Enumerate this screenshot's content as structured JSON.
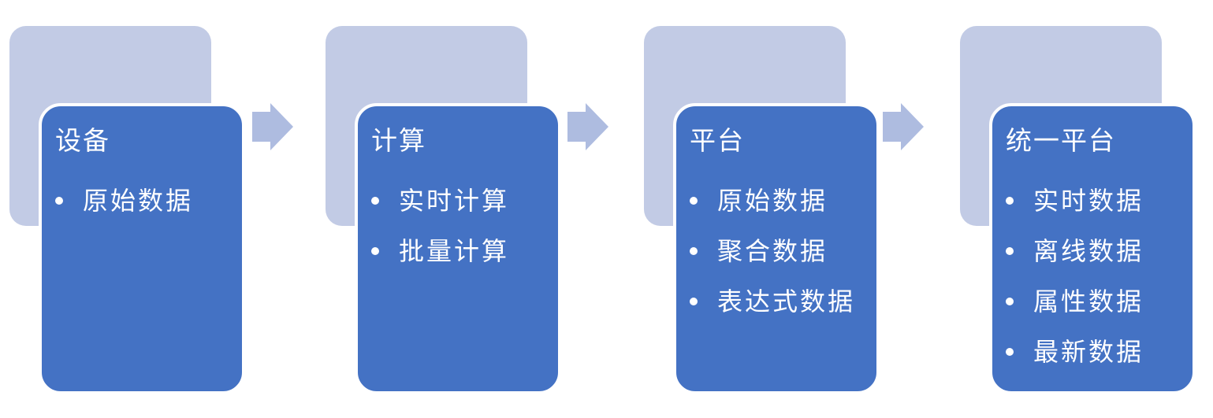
{
  "diagram": {
    "type": "process-flow",
    "direction": "left-to-right",
    "colors": {
      "card_fill": "#4472C4",
      "backdrop_fill": "#C2CBE5",
      "arrow_fill": "#AEBCE0",
      "text": "#FFFFFF",
      "background": "#FFFFFF"
    },
    "arrow_glyph": "right-block-arrow",
    "arrow_count": 3,
    "steps": [
      {
        "title": "设备",
        "items": [
          "原始数据"
        ]
      },
      {
        "title": "计算",
        "items": [
          "实时计算",
          "批量计算"
        ]
      },
      {
        "title": "平台",
        "items": [
          "原始数据",
          "聚合数据",
          "表达式数据"
        ]
      },
      {
        "title": "统一平台",
        "items": [
          "实时数据",
          "离线数据",
          "属性数据",
          "最新数据"
        ]
      }
    ]
  }
}
